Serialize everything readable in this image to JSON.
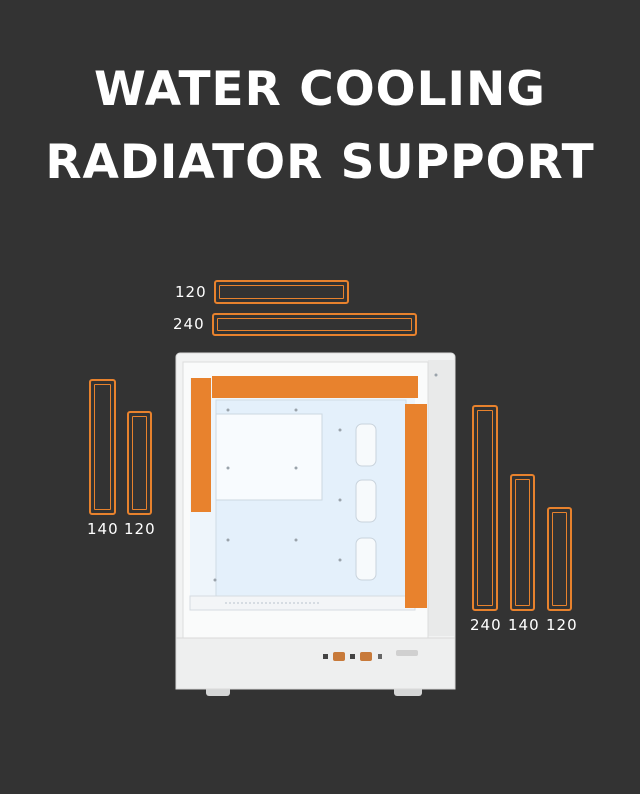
{
  "title": {
    "line1": "WATER COOLING",
    "line2": "RADIATOR SUPPORT"
  },
  "top_radiators": [
    {
      "size": "120"
    },
    {
      "size": "240"
    }
  ],
  "front_radiators": [
    {
      "size": "140"
    },
    {
      "size": "120"
    }
  ],
  "rear_radiators": [
    {
      "size": "240"
    },
    {
      "size": "140"
    },
    {
      "size": "120"
    }
  ],
  "colors": {
    "background": "#333333",
    "accent": "#e8822d",
    "case_body": "#f2f3f3",
    "interior": "#e4f0fb"
  }
}
